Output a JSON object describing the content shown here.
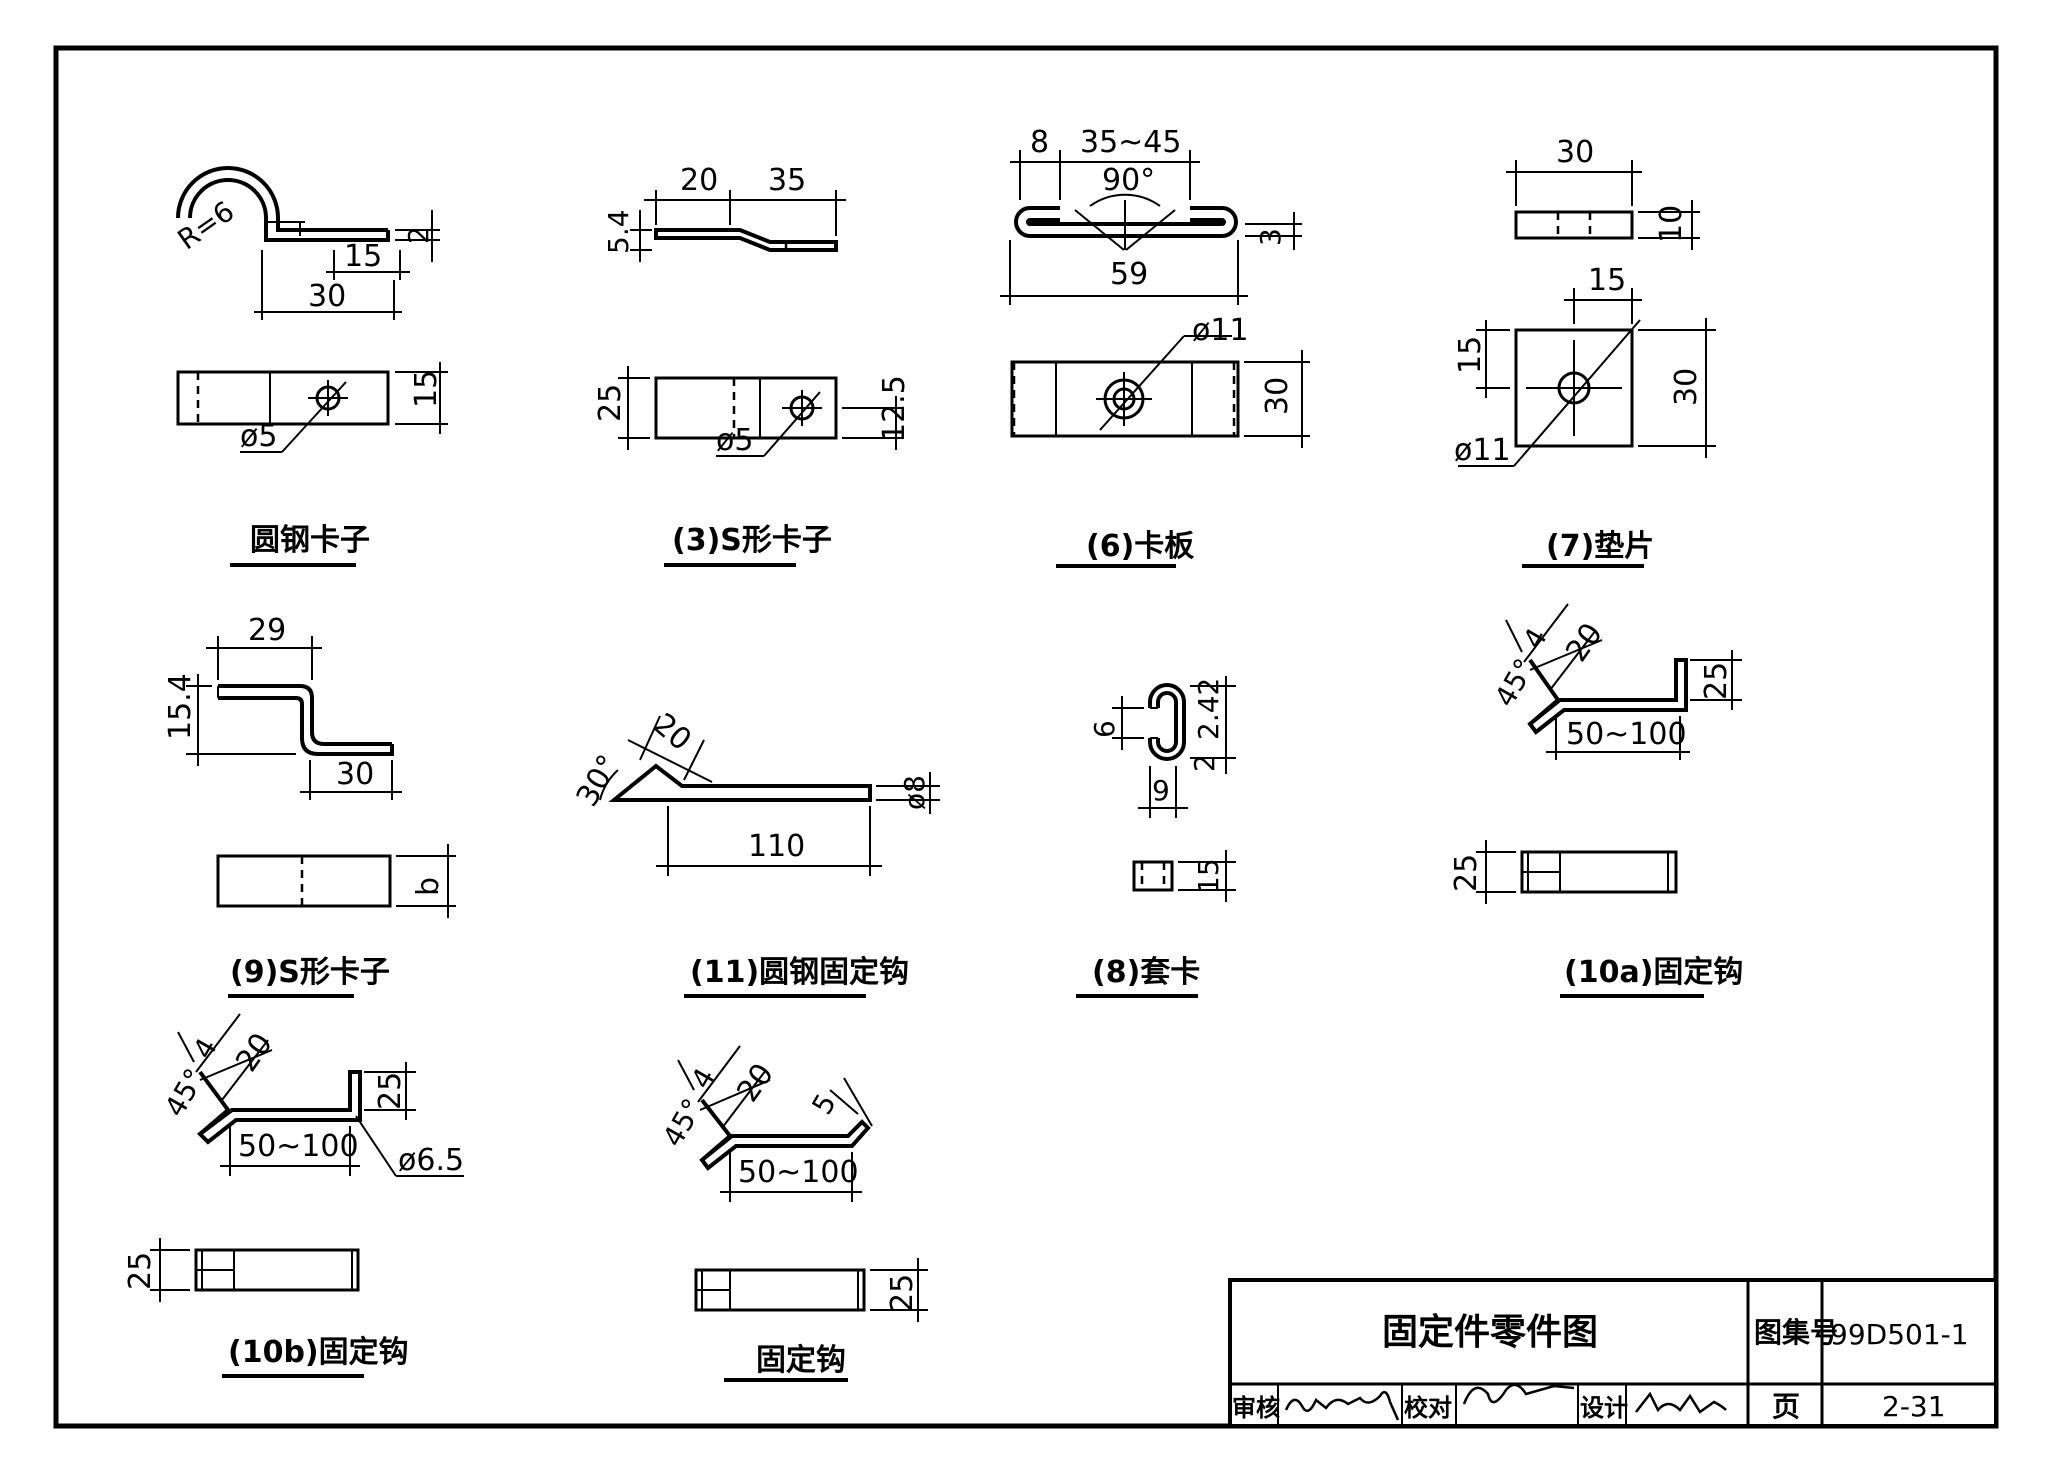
{
  "sheet": {
    "title": "固定件零件图",
    "atlas_label": "图集号",
    "atlas_no": "99D501-1",
    "review_label": "审核",
    "check_label": "校对",
    "design_label": "设计",
    "page_label": "页",
    "page_no": "2-31"
  },
  "parts": {
    "p1": {
      "caption": "圆钢卡子",
      "d_r": "R=6",
      "d_2": "2",
      "d_15a": "15",
      "d_30": "30",
      "d_15b": "15",
      "d_phi": "ø5"
    },
    "p3": {
      "caption": "(3)S形卡子",
      "d_20": "20",
      "d_35": "35",
      "d_54": "5.4",
      "d_25": "25",
      "d_125": "12.5",
      "d_phi": "ø5"
    },
    "p6": {
      "caption": "(6)卡板",
      "d_8": "8",
      "d_3545": "35~45",
      "d_90": "90°",
      "d_59": "59",
      "d_3": "3",
      "d_phi": "ø11",
      "d_30": "30"
    },
    "p7": {
      "caption": "(7)垫片",
      "d_30a": "30",
      "d_10": "10",
      "d_15a": "15",
      "d_15b": "15",
      "d_30b": "30",
      "d_phi": "ø11"
    },
    "p9": {
      "caption": "(9)S形卡子",
      "d_29": "29",
      "d_154": "15.4",
      "d_30": "30",
      "d_b": "b"
    },
    "p11": {
      "caption": "(11)圆钢固定钩",
      "d_20": "20",
      "d_30": "30°",
      "d_110": "110",
      "d_8": "ø8"
    },
    "p8": {
      "caption": "(8)套卡",
      "d_6": "6",
      "d_242": "2.42",
      "d_2": "2",
      "d_9": "9",
      "d_15": "15"
    },
    "p10a": {
      "caption": "(10a)固定钩",
      "d_4": "4",
      "d_45": "45°",
      "d_20": "20",
      "d_25a": "25",
      "d_50100": "50~100",
      "d_25b": "25"
    },
    "p10b": {
      "caption": "(10b)固定钩",
      "d_4": "4",
      "d_45": "45°",
      "d_20": "20",
      "d_25a": "25",
      "d_50100": "50~100",
      "d_65": "ø6.5",
      "d_25b": "25"
    },
    "pf": {
      "caption": "固定钩",
      "d_4": "4",
      "d_45": "45°",
      "d_20": "20",
      "d_5": "5",
      "d_50100": "50~100",
      "d_25": "25"
    }
  }
}
